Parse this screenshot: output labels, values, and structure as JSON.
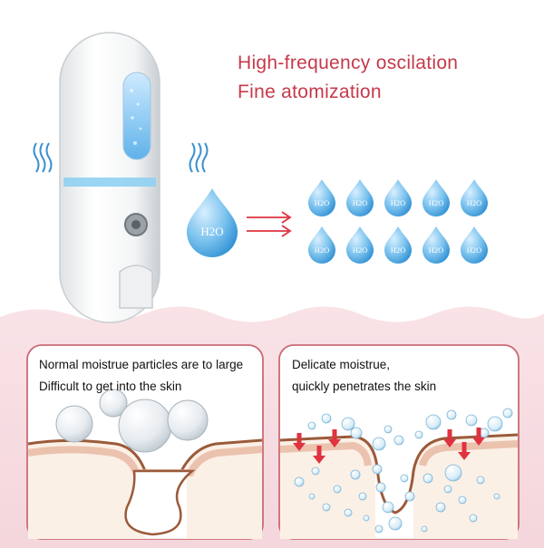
{
  "headline": {
    "line1": "High-frequency oscilation",
    "line2": "Fine atomization"
  },
  "big_drop_label": "H2O",
  "small_drop_label": "H2O",
  "left_panel": {
    "line1": "Normal moistrue particles are to large",
    "line2": "Difficult to get into the skin"
  },
  "right_panel": {
    "line1": "Delicate moistrue,",
    "line2": "quickly penetrates the skin"
  },
  "colors": {
    "headline": "#c6394a",
    "drop_blue": "#3a9ad8",
    "skin_pink": "#f6dde2",
    "arrow_red": "#e0323f"
  },
  "icons": [
    "nano-mist-sprayer",
    "vibration-wave-icon",
    "water-drop-icon",
    "double-arrow-icon",
    "bubble-icon",
    "red-down-arrow-icon"
  ]
}
